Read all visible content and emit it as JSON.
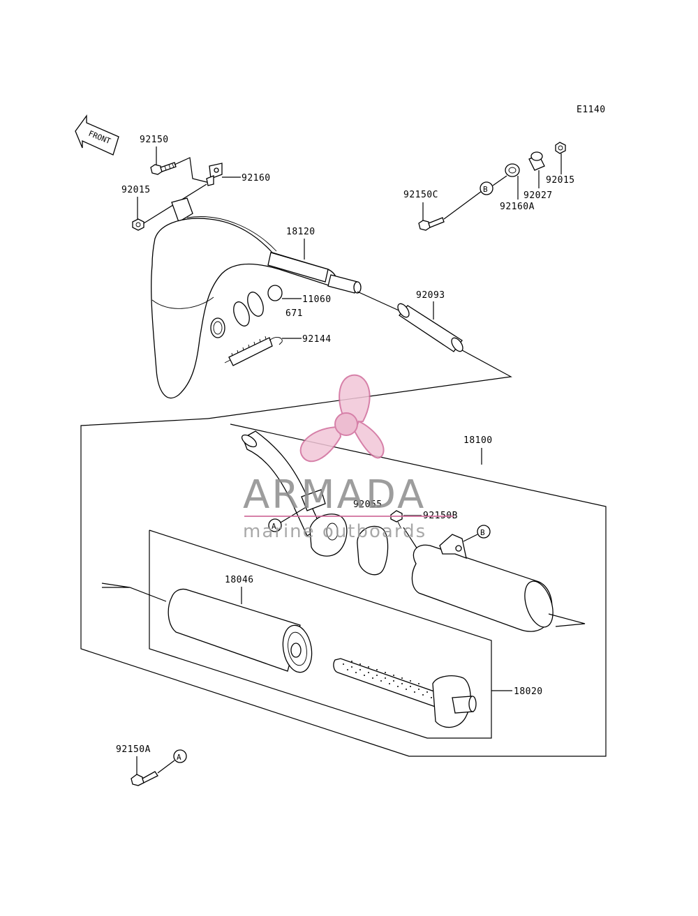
{
  "diagram_code": "E1140",
  "front_label": "FRONT",
  "parts": {
    "p92150": "92150",
    "p92015_left": "92015",
    "p92160": "92160",
    "p92150C": "92150C",
    "p92160A": "92160A",
    "p92027": "92027",
    "p92015_right": "92015",
    "p18120": "18120",
    "p11060": "11060",
    "p671": "671",
    "p92093": "92093",
    "p92144": "92144",
    "p18100": "18100",
    "p92055": "92055",
    "p92150B": "92150B",
    "p18046": "18046",
    "p18020": "18020",
    "p92150A": "92150A"
  },
  "callouts": {
    "a_upper": "A",
    "b_upper": "B",
    "b_lower": "B",
    "a_lower": "A"
  },
  "watermark": {
    "title": "ARMADA",
    "subtitle": "marine outboards",
    "color": "#e8a6c4"
  }
}
